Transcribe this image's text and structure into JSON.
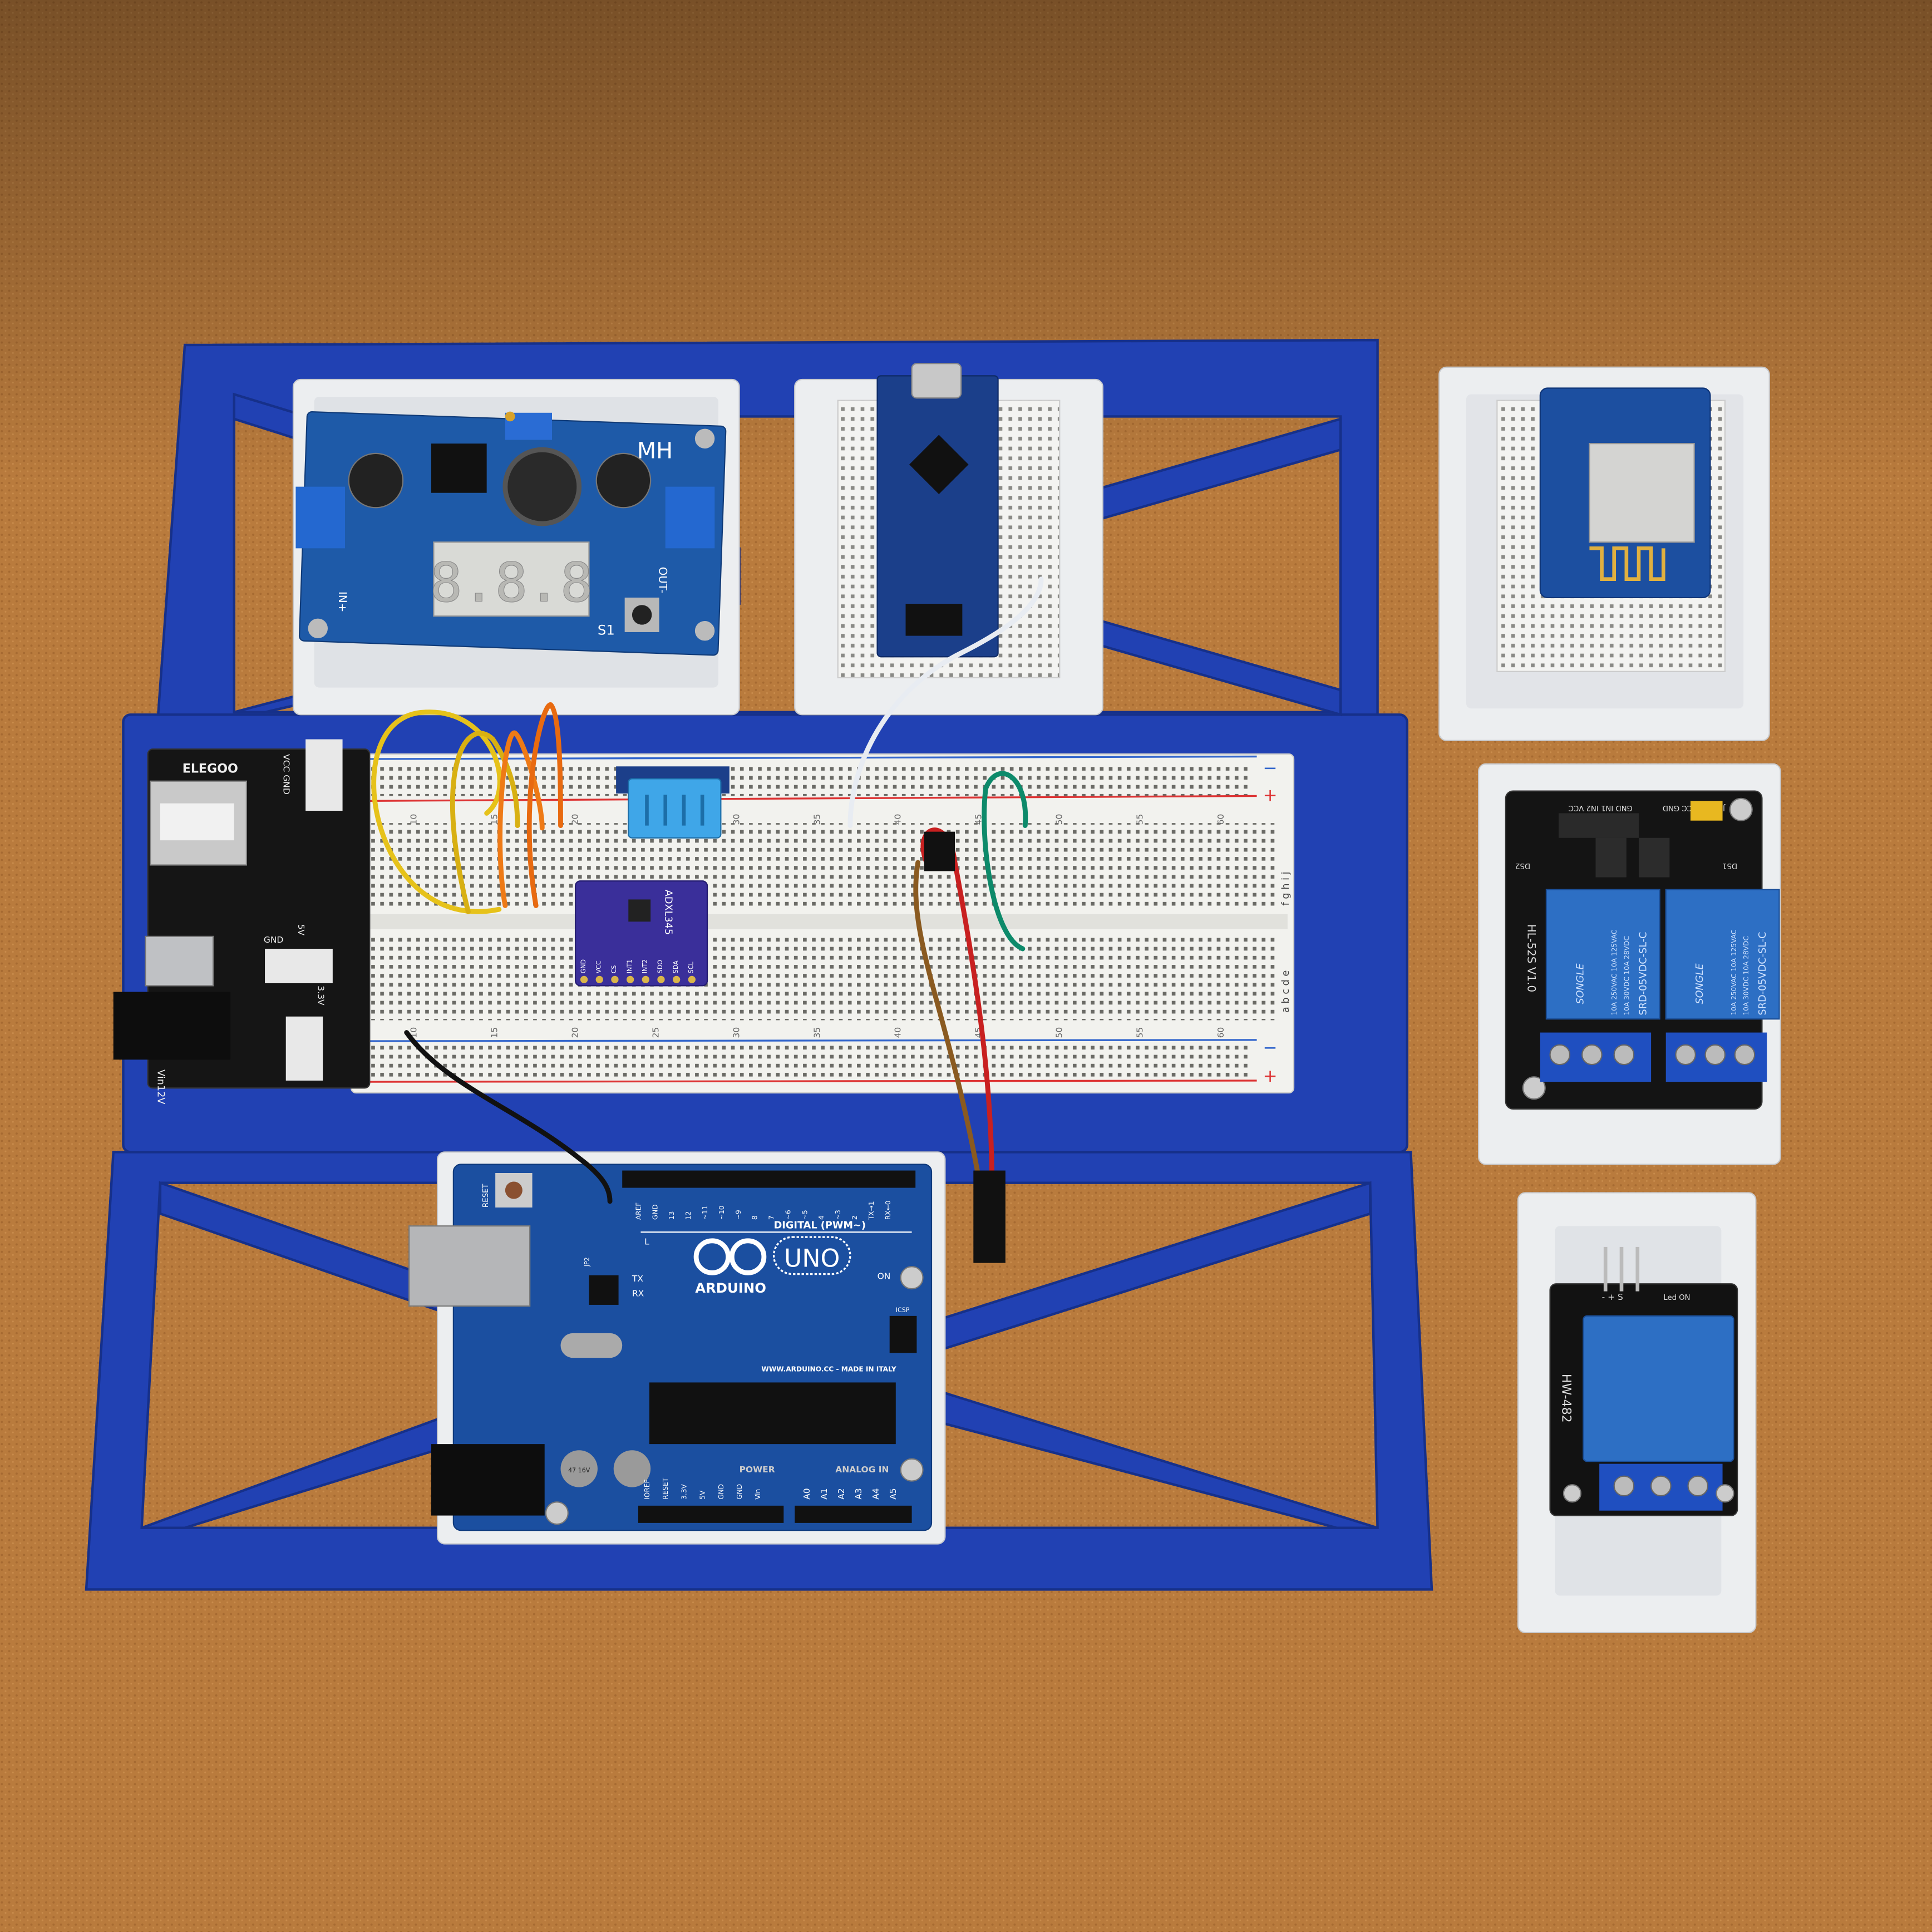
{
  "scene": {
    "colors": {
      "cork": "#b97b3d",
      "frame_blue": "#2141b3",
      "tray_white": "#eceef0",
      "pcb_blue": "#1d4d9c",
      "pcb_black": "#141414",
      "relay_blue": "#2d6fc4",
      "terminal_blue": "#1f4fc0"
    }
  },
  "buck_converter": {
    "brand": "MH",
    "display": "8.8.8",
    "in_label": "IN+",
    "out_label": "OUT-",
    "switch_label": "S1"
  },
  "nano": {
    "icon": "usb-c-connector"
  },
  "esp_board": {
    "icon": "wifi-antenna"
  },
  "power_module": {
    "brand": "ELEGOO",
    "labels": [
      "VCC GND",
      "5V",
      "3.3V",
      "GND",
      "Vin12V"
    ]
  },
  "breadboard": {
    "column_numbers": [
      "10",
      "15",
      "20",
      "25",
      "30",
      "35",
      "40",
      "45",
      "50",
      "55",
      "60"
    ],
    "row_letters_top": "f g h i j",
    "row_letters_bottom": "a b c d e",
    "rail_plus": "+",
    "rail_minus": "−"
  },
  "accelerometer": {
    "name": "ADXL345",
    "pins": [
      "GND",
      "VCC",
      "CS",
      "INT1",
      "INT2",
      "SDO",
      "SDA",
      "SCL"
    ]
  },
  "dht_sensor": {
    "icon": "humidity-sensor"
  },
  "arduino": {
    "brand": "ARDUINO",
    "model": "UNO",
    "digital_label": "DIGITAL (PWM~)",
    "digital_pins": [
      "AREF",
      "GND",
      "13",
      "12",
      "~11",
      "~10",
      "~9",
      "8",
      "7",
      "~6",
      "~5",
      "4",
      "~3",
      "2",
      "TX→1",
      "RX←0"
    ],
    "website": "WWW.ARDUINO.CC - MADE IN ITALY",
    "power_label": "POWER",
    "power_pins": [
      "IOREF",
      "RESET",
      "3.3V",
      "5V",
      "GND",
      "GND",
      "Vin"
    ],
    "analog_label": "ANALOG IN",
    "analog_pins": [
      "A0",
      "A1",
      "A2",
      "A3",
      "A4",
      "A5"
    ],
    "leds": [
      "L",
      "TX",
      "RX",
      "ON"
    ],
    "reset_label": "RESET",
    "icsp_label": "ICSP",
    "jp2_label": "JP2",
    "cap_label": "47 16V"
  },
  "relay_2ch": {
    "model": "HL-52S V1.0",
    "relay_brand": "SONGLE",
    "relay_part": "SRD-05VDC-SL-C",
    "relay_rating_1": "10A 250VAC 10A 125VAC",
    "relay_rating_2": "10A 30VDC 10A 28VDC",
    "header_left": "GND IN1 IN2 VCC",
    "header_right": "JD-VCC VCC GND",
    "leds": [
      "DS1",
      "DS2"
    ]
  },
  "relay_1ch": {
    "model": "HW-482",
    "header": "- + S",
    "led_label": "Led ON"
  }
}
